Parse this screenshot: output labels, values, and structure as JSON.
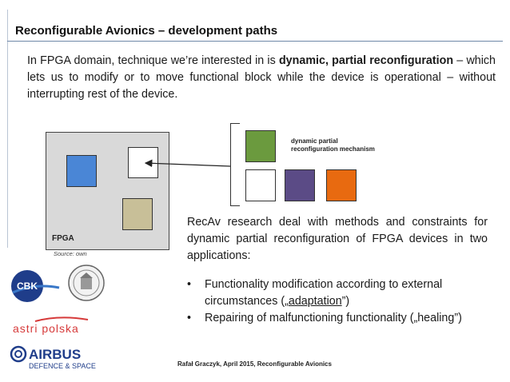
{
  "slide": {
    "title": "Reconfigurable Avionics – development paths",
    "intro_before": "In FPGA domain, technique we’re interested in is ",
    "intro_bold": "dynamic, partial reconfiguration",
    "intro_after": " – which lets us to modify or to move functional block while the device is operational – without interrupting rest of the device.",
    "diagram": {
      "fpga_label": "FPGA",
      "source": "Source:  own",
      "mechanism_line1": "dynamic partial",
      "mechanism_line2": "reconfiguration mechanism",
      "colors": {
        "blue": "#4a86d6",
        "tan": "#c8bf98",
        "green": "#6b9a3e",
        "purple": "#5b4b86",
        "orange": "#e86a10",
        "chip": "#d9d9d9"
      }
    },
    "recav": "RecAv research deal with methods and constraints for dynamic partial reconfiguration  of FPGA devices in two applications:",
    "bullet1_before": "Functionality modification according to external circumstances („",
    "bullet1_link": "adaptation",
    "bullet1_after": "”)",
    "bullet2": "Repairing of malfunctioning functionality („healing”)",
    "footer": "Rafał Graczyk, April 2015, Reconfigurable Avionics"
  },
  "logos": {
    "cbk": "CBK",
    "astri": "astri polska",
    "airbus": "AIRBUS",
    "airbus_sub": "DEFENCE & SPACE"
  }
}
